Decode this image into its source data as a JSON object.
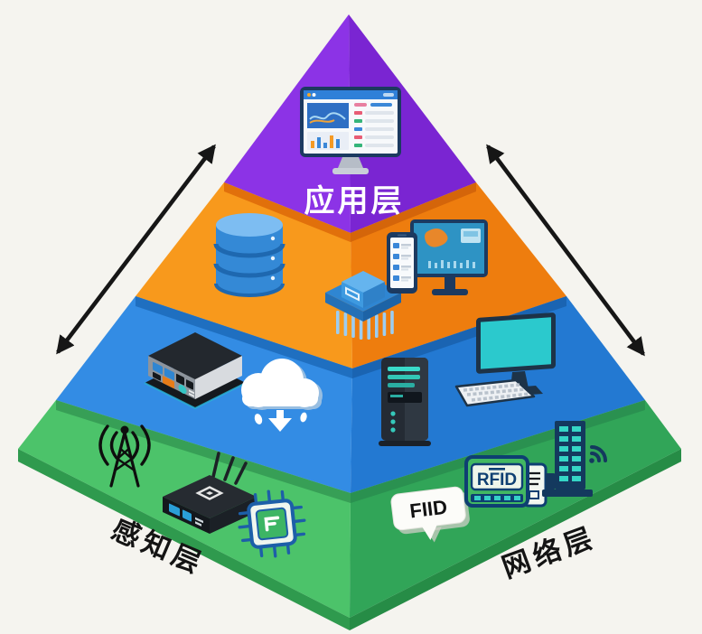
{
  "background_color": "#f5f4ef",
  "pyramid": {
    "top_label_color": "#ffffff",
    "edge_label_color": "#141414",
    "tiers": [
      {
        "id": "application-layer",
        "label": "应用层",
        "face_left": "#8c33e6",
        "face_right": "#7a25d2",
        "icons": [
          "dashboard-monitor"
        ]
      },
      {
        "id": "data-processing-layer",
        "label": "",
        "face_left": "#f8991c",
        "face_right": "#ee7d0e",
        "icons": [
          "database",
          "processor-chip",
          "phone-and-monitor"
        ]
      },
      {
        "id": "transport-layer",
        "label": "",
        "face_left": "#338ce4",
        "face_right": "#2379d2",
        "icons": [
          "mini-pc-gateway",
          "cloud-download",
          "server-tower",
          "desktop-computer"
        ]
      },
      {
        "id": "base-layer",
        "label": "",
        "face_left": "#4cc36a",
        "face_right": "#31a558",
        "icons": [
          "antenna-tower",
          "wireless-router",
          "sensor-chip",
          "fiid-tag",
          "rfid-reader",
          "smart-building"
        ]
      }
    ],
    "edge_labels": {
      "left": "感知层",
      "right": "网络层"
    }
  },
  "badges": {
    "fiid": "FIID",
    "rfid": "RFID"
  },
  "arrows": [
    {
      "id": "left-arrow",
      "style": "double-headed"
    },
    {
      "id": "right-arrow",
      "style": "double-headed"
    }
  ]
}
